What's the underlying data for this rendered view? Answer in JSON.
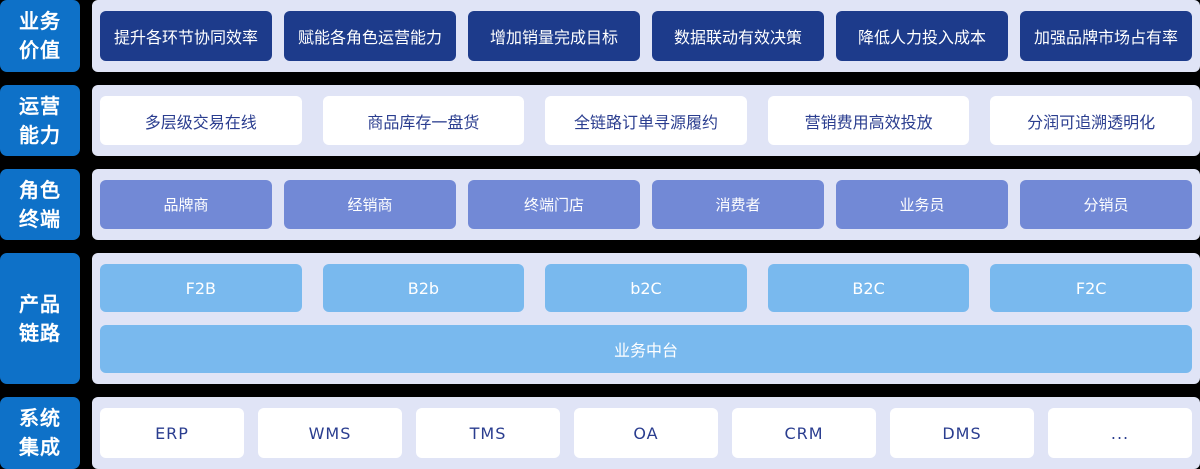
{
  "colors": {
    "page_bg": "#000000",
    "band_bg": "#e0e4f6",
    "sidebar_blue": "#0e71c8",
    "navy": "#1d3b8b",
    "purple": "#7289d6",
    "light_blue": "#79b9ee",
    "white_box": "#ffffff",
    "navy_text": "#2a3d8f",
    "white_text": "#ffffff"
  },
  "rows": [
    {
      "label": "业务价值",
      "label_lines": [
        "业务",
        "价值"
      ],
      "items": [
        "提升各环节协同效率",
        "赋能各角色运营能力",
        "增加销量完成目标",
        "数据联动有效决策",
        "降低人力投入成本",
        "加强品牌市场占有率"
      ]
    },
    {
      "label": "运营能力",
      "label_lines": [
        "运营",
        "能力"
      ],
      "items": [
        "多层级交易在线",
        "商品库存一盘货",
        "全链路订单寻源履约",
        "营销费用高效投放",
        "分润可追溯透明化"
      ]
    },
    {
      "label": "角色终端",
      "label_lines": [
        "角色",
        "终端"
      ],
      "items": [
        "品牌商",
        "经销商",
        "终端门店",
        "消费者",
        "业务员",
        "分销员"
      ]
    },
    {
      "label": "产品链路",
      "label_lines": [
        "产品",
        "链路"
      ],
      "items": [
        "F2B",
        "B2b",
        "b2C",
        "B2C",
        "F2C"
      ],
      "platform": "业务中台"
    },
    {
      "label": "系统集成",
      "label_lines": [
        "系统",
        "集成"
      ],
      "items": [
        "ERP",
        "WMS",
        "TMS",
        "OA",
        "CRM",
        "DMS",
        "..."
      ]
    }
  ]
}
